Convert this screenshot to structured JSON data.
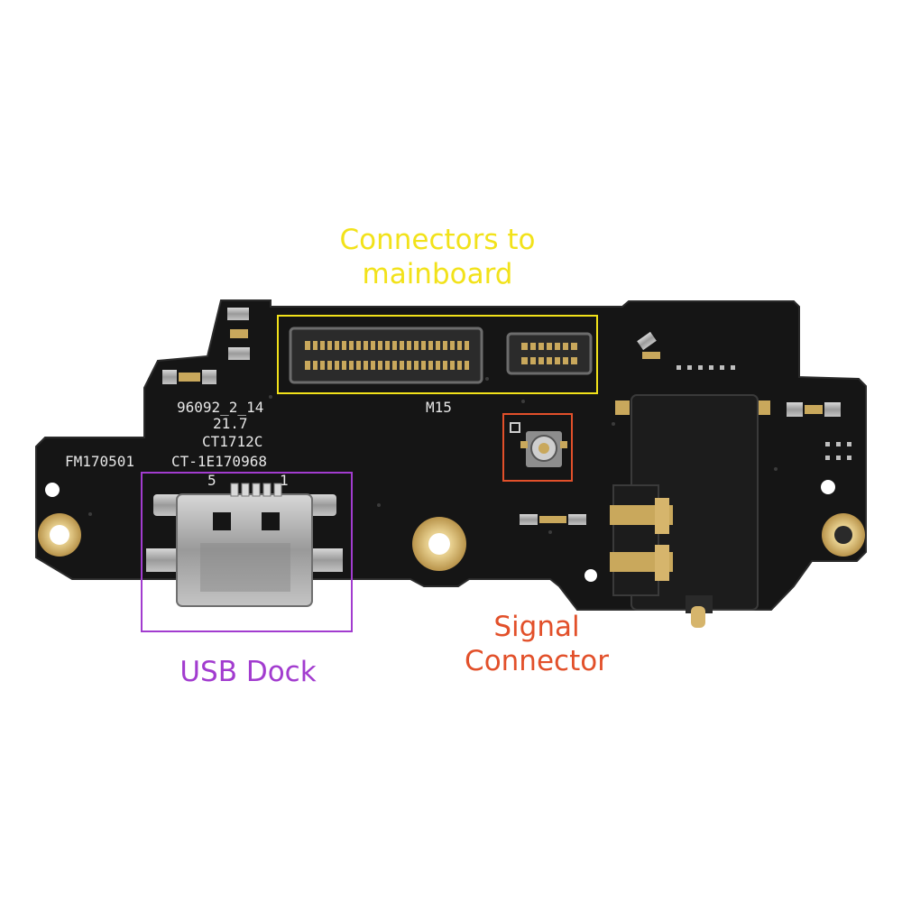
{
  "labels": {
    "connectors": {
      "line1": "Connectors to",
      "line2": "mainboard",
      "color": "#f2e21a"
    },
    "usb": {
      "text": "USB Dock",
      "color": "#a23ccf"
    },
    "signal": {
      "line1": "Signal",
      "line2": "Connector",
      "color": "#e2502a"
    }
  },
  "silkscreen": {
    "part": "96092_2_14",
    "rev": "21.7",
    "code1": "CT1712C",
    "date": "FM170501",
    "code2": "CT-1E170968",
    "model": "M15",
    "pin5": "5",
    "pin1": "1"
  },
  "colors": {
    "board": "#151515",
    "pad_gold": "#c9a85c",
    "metal": "#a9a9a9",
    "silkscreen": "#e6e6e6"
  }
}
